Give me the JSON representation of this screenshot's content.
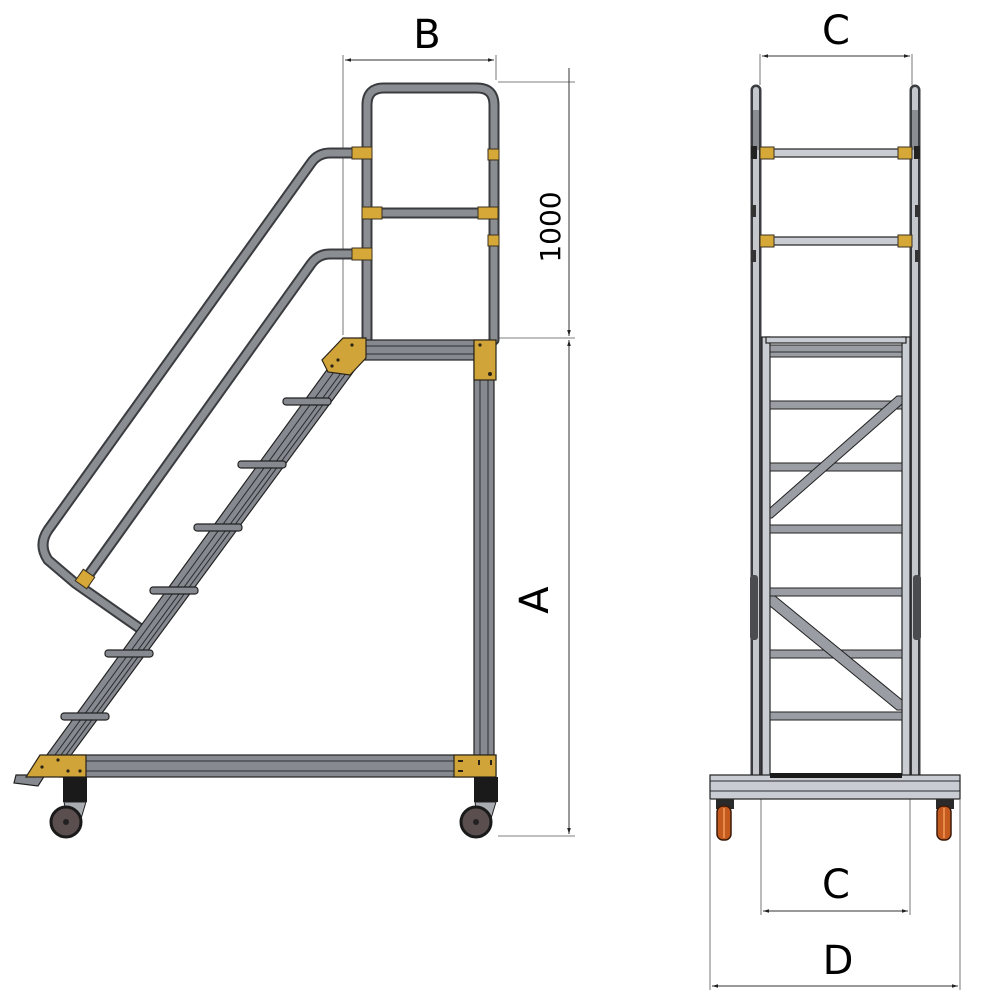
{
  "drawing": {
    "title": "Mobile platform ladder – dimension drawing",
    "views": [
      {
        "name": "side-view",
        "description": "Side elevation with inclined stair and handrails"
      },
      {
        "name": "front-view",
        "description": "Front elevation with ladder frame and castor base"
      }
    ]
  },
  "side_view": {
    "dimensions": {
      "width_label": "B",
      "guardrail_height_label": "1000",
      "platform_height_label": "A"
    },
    "steps_count": 7,
    "castors": 2
  },
  "front_view": {
    "dimensions": {
      "top_width_label": "C",
      "inner_width_label": "C",
      "base_width_label": "D"
    },
    "rungs_count": 7,
    "castors": 2
  },
  "colors": {
    "aluminium": "#868a90",
    "tube_outline": "#3a3c40",
    "connector_yellow": "#d1a43a",
    "castor_orange": "#c45a1e",
    "castor_grey": "#5a4e4e"
  }
}
